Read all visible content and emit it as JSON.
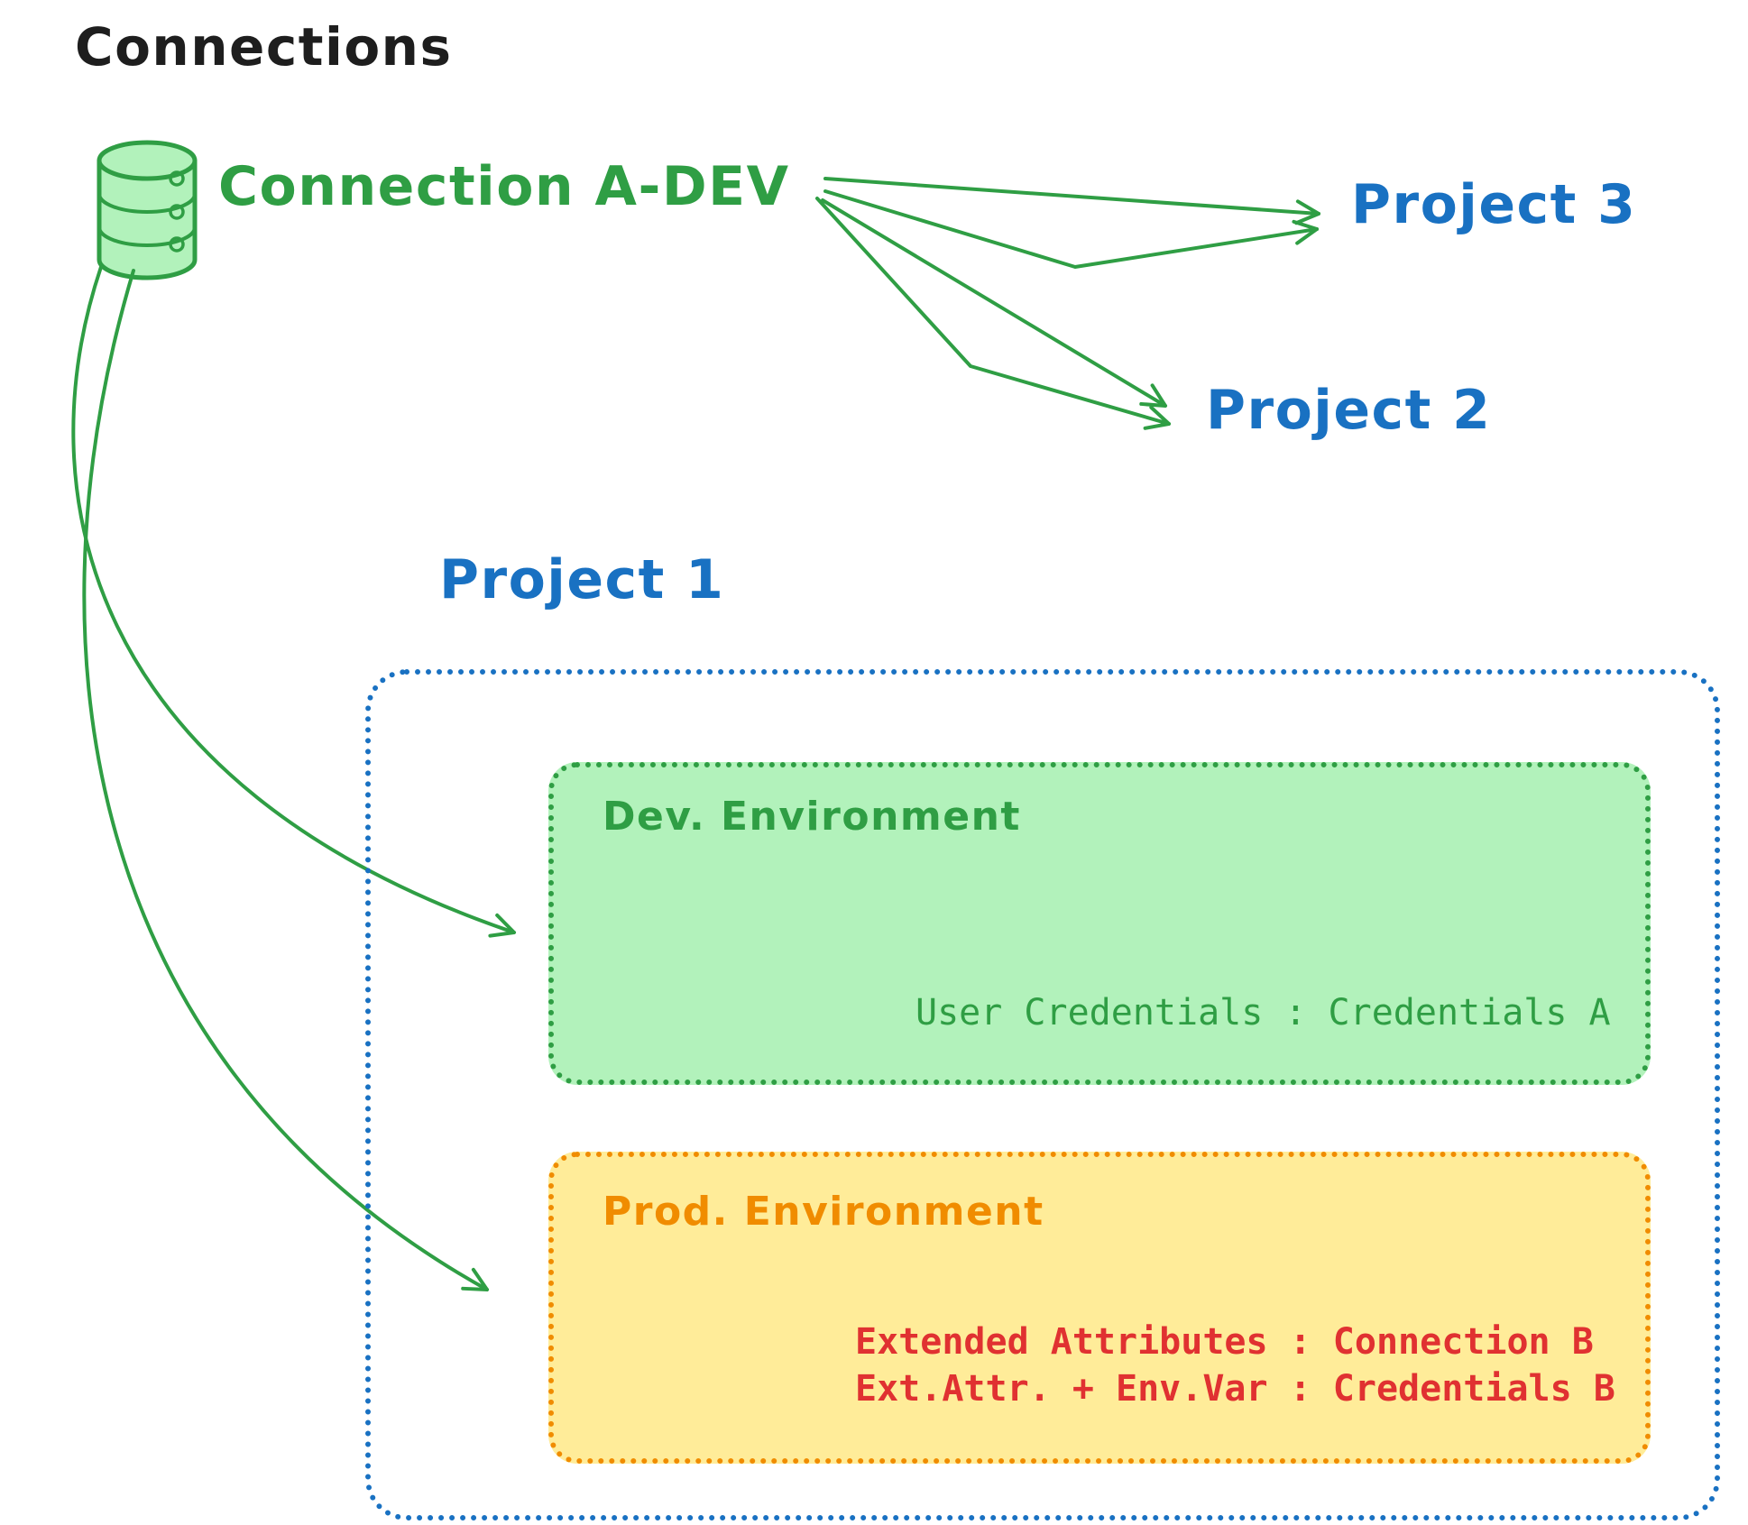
{
  "title": "Connections",
  "connection": {
    "name": "Connection A-DEV"
  },
  "projects": {
    "project1": "Project 1",
    "project2": "Project 2",
    "project3": "Project 3"
  },
  "environments": {
    "dev": {
      "title": "Dev. Environment",
      "credentials": "User Credentials : Credentials A"
    },
    "prod": {
      "title": "Prod. Environment",
      "attributes_line1": "Extended Attributes : Connection B",
      "attributes_line2": "Ext.Attr. + Env.Var : Credentials B"
    }
  },
  "icons": {
    "database": "database-icon"
  },
  "colors": {
    "black": "#1e1e1e",
    "green": "#2f9e44",
    "green_fill": "#b2f2bb",
    "blue": "#1971c2",
    "orange": "#f08c00",
    "orange_fill": "#ffec99",
    "red": "#e03131"
  }
}
